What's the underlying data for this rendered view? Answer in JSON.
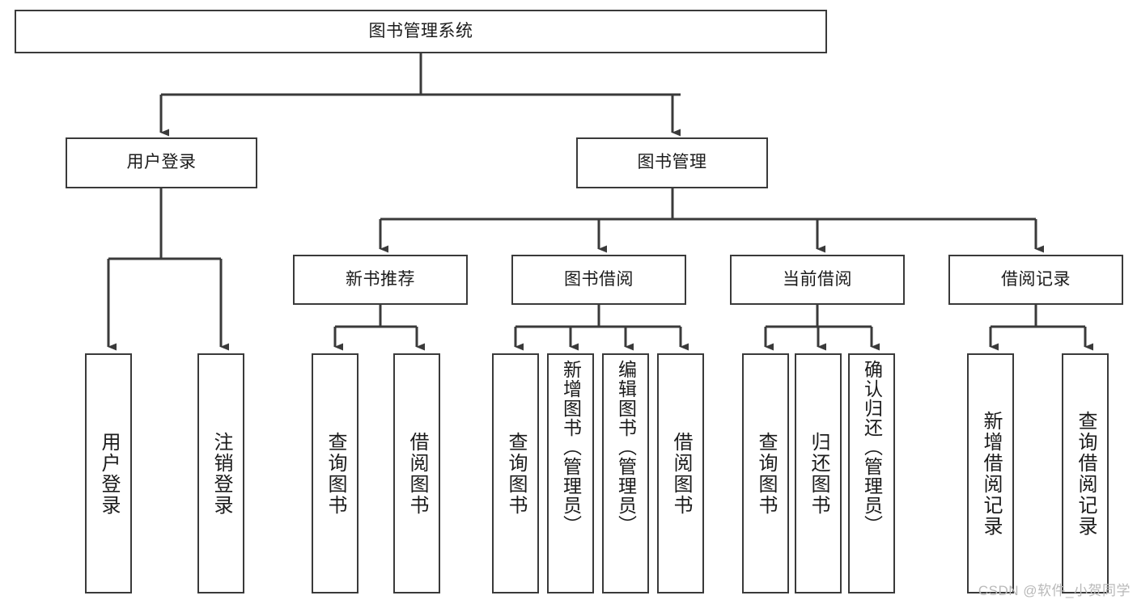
{
  "diagram": {
    "title": "图书管理系统",
    "type": "tree-hierarchy-chart",
    "watermark": "CSDN @软件_小贺同学",
    "colors": {
      "box_border": "#3a3a3a",
      "box_fill": "#ffffff",
      "connector": "#3a3a3a",
      "text": "#1b1b1b",
      "watermark": "#b9b9b9"
    },
    "root": {
      "label": "图书管理系统"
    },
    "level2": [
      {
        "label": "用户登录"
      },
      {
        "label": "图书管理"
      }
    ],
    "level3": [
      {
        "label": "新书推荐"
      },
      {
        "label": "图书借阅"
      },
      {
        "label": "当前借阅"
      },
      {
        "label": "借阅记录"
      }
    ],
    "leaves": {
      "user_login": [
        {
          "label": "用户登录"
        },
        {
          "label": "注销登录"
        }
      ],
      "new_book_recommend": [
        {
          "label": "查询图书"
        },
        {
          "label": "借阅图书"
        }
      ],
      "book_borrow": [
        {
          "label": "查询图书"
        },
        {
          "label": "新增图书（管理员）"
        },
        {
          "label": "编辑图书（管理员）"
        },
        {
          "label": "借阅图书"
        }
      ],
      "current_borrow": [
        {
          "label": "查询图书"
        },
        {
          "label": "归还图书"
        },
        {
          "label": "确认归还（管理员）"
        }
      ],
      "borrow_record": [
        {
          "label": "新增借阅记录"
        },
        {
          "label": "查询借阅记录"
        }
      ]
    }
  }
}
